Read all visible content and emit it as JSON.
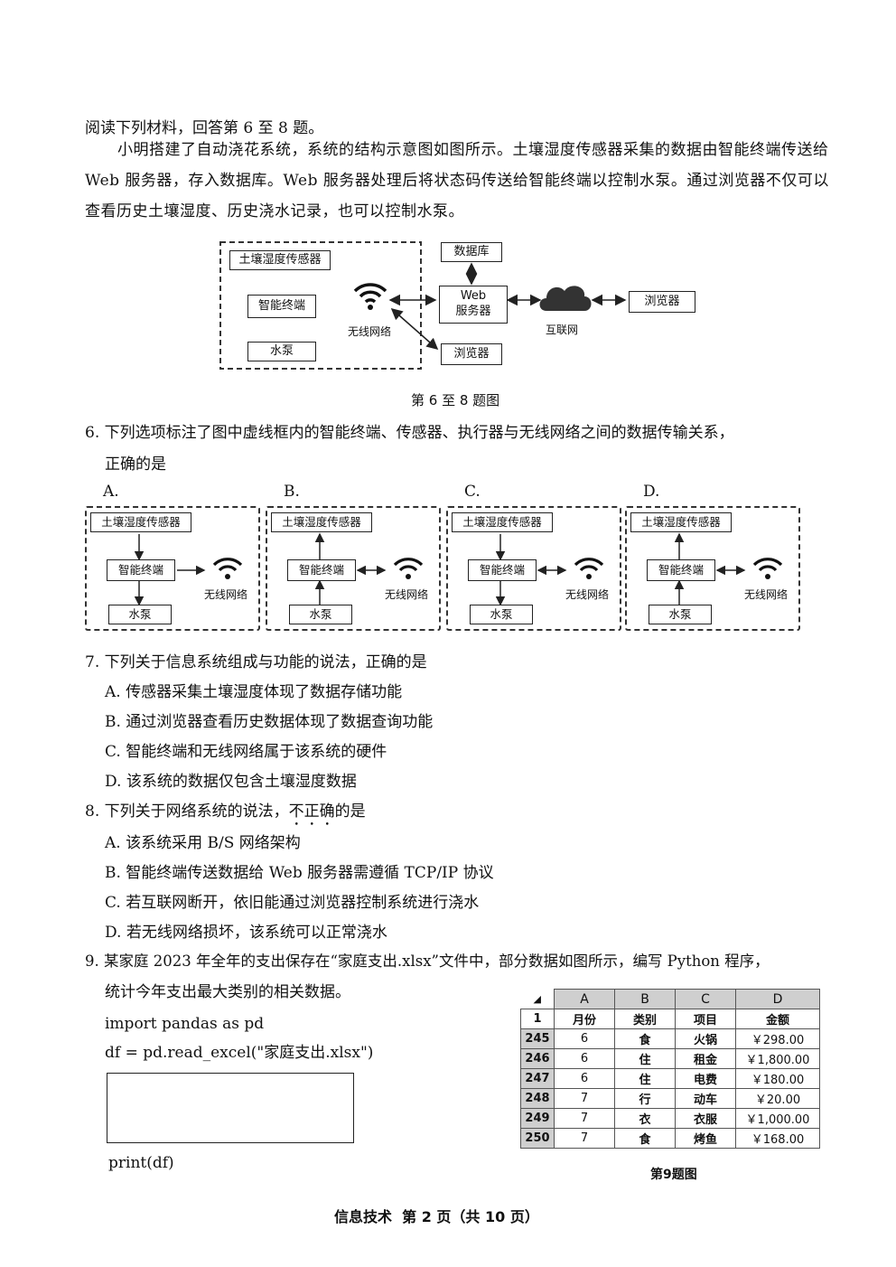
{
  "intro": {
    "heading": "阅读下列材料，回答第 6 至 8 题。",
    "paragraph": "小明搭建了自动浇花系统，系统的结构示意图如图所示。土壤湿度传感器采集的数据由智能终端传送给 Web 服务器，存入数据库。Web 服务器处理后将状态码传送给智能终端以控制水泵。通过浏览器不仅可以查看历史土壤湿度、历史浇水记录，也可以控制水泵。"
  },
  "diagram": {
    "sensor": "土壤湿度传感器",
    "terminal": "智能终端",
    "pump": "水泵",
    "wireless": "无线网络",
    "database": "数据库",
    "web_server_1": "Web",
    "web_server_2": "服务器",
    "browser_bottom": "浏览器",
    "internet": "互联网",
    "browser_right": "浏览器",
    "caption": "第 6 至 8 题图"
  },
  "q6": {
    "stem_line1": "6. 下列选项标注了图中虚线框内的智能终端、传感器、执行器与无线网络之间的数据传输关系，",
    "stem_line2": "正确的是",
    "options": [
      {
        "letter": "A.",
        "sensor": "土壤湿度传感器",
        "terminal": "智能终端",
        "pump": "水泵",
        "wireless": "无线网络"
      },
      {
        "letter": "B.",
        "sensor": "土壤湿度传感器",
        "terminal": "智能终端",
        "pump": "水泵",
        "wireless": "无线网络"
      },
      {
        "letter": "C.",
        "sensor": "土壤湿度传感器",
        "terminal": "智能终端",
        "pump": "水泵",
        "wireless": "无线网络"
      },
      {
        "letter": "D.",
        "sensor": "土壤湿度传感器",
        "terminal": "智能终端",
        "pump": "水泵",
        "wireless": "无线网络"
      }
    ]
  },
  "q7": {
    "stem": "7. 下列关于信息系统组成与功能的说法，正确的是",
    "a": "A. 传感器采集土壤湿度体现了数据存储功能",
    "b": "B. 通过浏览器查看历史数据体现了数据查询功能",
    "c": "C. 智能终端和无线网络属于该系统的硬件",
    "d": "D. 该系统的数据仅包含土壤湿度数据"
  },
  "q8": {
    "stem_prefix": "8. 下列关于网络系统的说法，",
    "stem_emph": "不正确",
    "stem_suffix": "的是",
    "a": "A. 该系统采用  B/S  网络架构",
    "b": "B. 智能终端传送数据给 Web 服务器需遵循 TCP/IP 协议",
    "c": "C. 若互联网断开，依旧能通过浏览器控制系统进行浇水",
    "d": "D. 若无线网络损坏，该系统可以正常浇水"
  },
  "q9": {
    "stem_line1": "9. 某家庭 2023 年全年的支出保存在“家庭支出.xlsx”文件中，部分数据如图所示，编写 Python 程序，",
    "stem_line2": "统计今年支出最大类别的相关数据。",
    "code1": "import pandas as pd",
    "code2": "df = pd.read_excel(\"家庭支出.xlsx\")",
    "code3": "print(df)",
    "caption": "第9题图"
  },
  "sheet": {
    "corner": "◢",
    "col_letters": [
      "A",
      "B",
      "C",
      "D"
    ],
    "header_row": {
      "num": "1",
      "cells": [
        "月份",
        "类别",
        "项目",
        "金额"
      ]
    },
    "rows": [
      {
        "num": "245",
        "cells": [
          "6",
          "食",
          "火锅",
          "￥298.00"
        ]
      },
      {
        "num": "246",
        "cells": [
          "6",
          "住",
          "租金",
          "￥1,800.00"
        ]
      },
      {
        "num": "247",
        "cells": [
          "6",
          "住",
          "电费",
          "￥180.00"
        ]
      },
      {
        "num": "248",
        "cells": [
          "7",
          "行",
          "动车",
          "￥20.00"
        ]
      },
      {
        "num": "249",
        "cells": [
          "7",
          "衣",
          "衣服",
          "￥1,000.00"
        ]
      },
      {
        "num": "250",
        "cells": [
          "7",
          "食",
          "烤鱼",
          "￥168.00"
        ]
      }
    ]
  },
  "footer": "信息技术  第 2 页（共 10 页）"
}
